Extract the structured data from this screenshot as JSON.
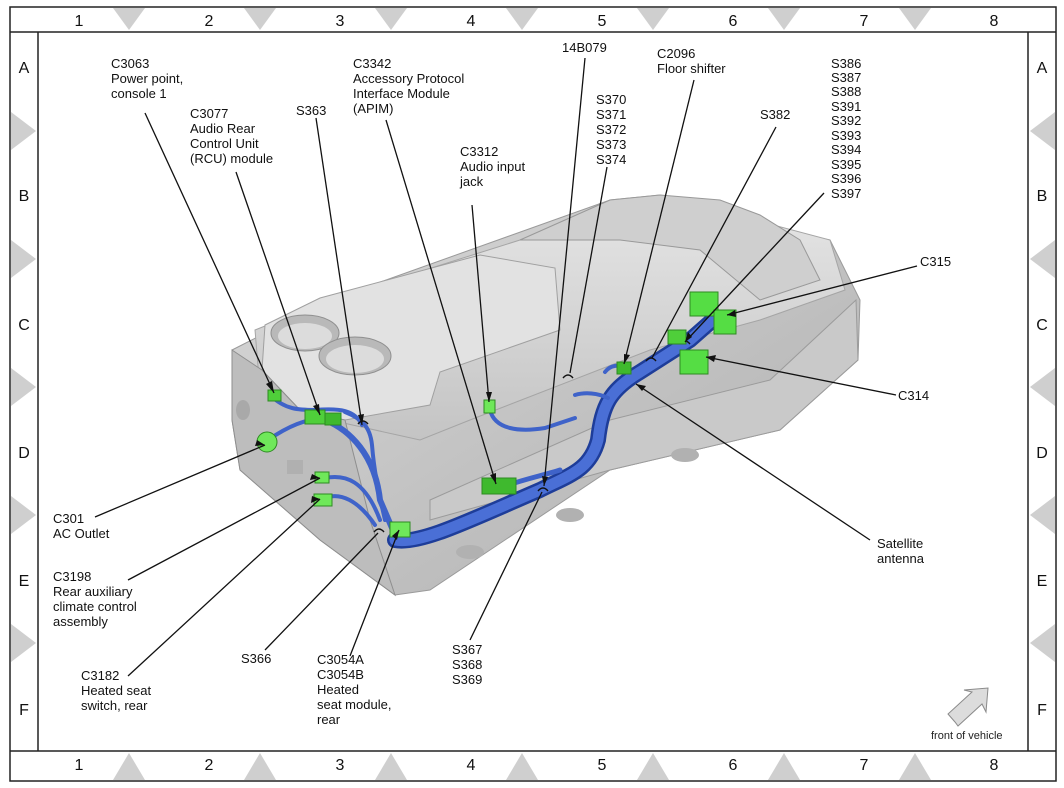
{
  "grid": {
    "columns": [
      "1",
      "2",
      "3",
      "4",
      "5",
      "6",
      "7",
      "8"
    ],
    "rows": [
      "A",
      "B",
      "C",
      "D",
      "E",
      "F"
    ]
  },
  "labels": {
    "c3063": [
      "C3063",
      "Power point,",
      "console 1"
    ],
    "c3077": [
      "C3077",
      "Audio Rear",
      "Control Unit",
      "(RCU) module"
    ],
    "s363": [
      "S363"
    ],
    "c3342": [
      "C3342",
      "Accessory Protocol",
      "Interface Module",
      "(APIM)"
    ],
    "c3312": [
      "C3312",
      "Audio input",
      "jack"
    ],
    "l14b079": [
      "14B079"
    ],
    "s370": [
      "S370",
      "S371",
      "S372",
      "S373",
      "S374"
    ],
    "c2096": [
      "C2096",
      "Floor shifter"
    ],
    "s382": [
      "S382"
    ],
    "s386": [
      "S386",
      "S387",
      "S388",
      "S391",
      "S392",
      "S393",
      "S394",
      "S395",
      "S396",
      "S397"
    ],
    "c315": [
      "C315"
    ],
    "c314": [
      "C314"
    ],
    "c301": [
      "C301",
      "AC Outlet"
    ],
    "c3198": [
      "C3198",
      "Rear auxiliary",
      "climate control",
      "assembly"
    ],
    "c3182": [
      "C3182",
      "Heated seat",
      "switch, rear"
    ],
    "s366": [
      "S366"
    ],
    "c3054": [
      "C3054A",
      "C3054B",
      "Heated",
      "seat module,",
      "rear"
    ],
    "s367": [
      "S367",
      "S368",
      "S369"
    ],
    "satellite": [
      "Satellite",
      "antenna"
    ]
  },
  "front_of_vehicle": "front of vehicle",
  "colors": {
    "harness": "#3f63c9",
    "connector": "#55dd44",
    "console": "#d2d2d2"
  }
}
